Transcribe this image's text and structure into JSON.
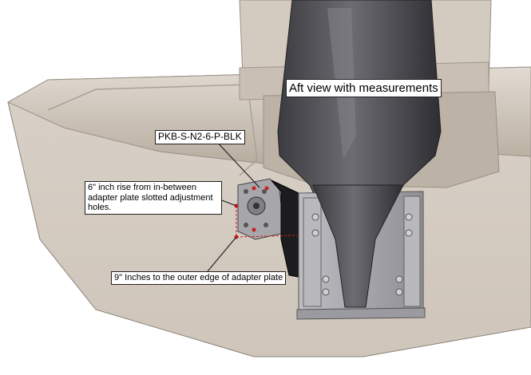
{
  "title": "Aft view with measurements",
  "part_label": "PKB-S-N2-6-P-BLK",
  "rise_callout": "6\" inch rise from in-between adapter plate slotted adjustment holes.",
  "edge_callout": "9\" Inches to the outer edge of adapter plate",
  "colors": {
    "hull": "#d6cdc3",
    "hull_dark": "#c4b8ab",
    "motor": "#4a4a4f",
    "plate": "#a9a9ae",
    "bracket": "#1a1a1a",
    "marker": "#cc1f1f"
  }
}
